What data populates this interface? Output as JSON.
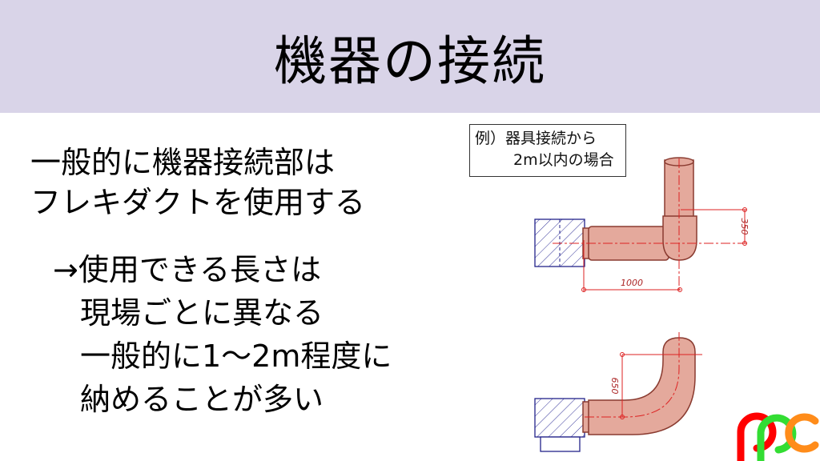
{
  "header": {
    "title": "機器の接続"
  },
  "main": {
    "lines": [
      "一般的に機器接続部は",
      "フレキダクトを使用する"
    ],
    "sub_lines": [
      "→使用できる長さは",
      "現場ごとに異なる",
      "一般的に1〜2m程度に",
      "納めることが多い"
    ]
  },
  "diagram": {
    "example_line1": "例）器具接続から",
    "example_line2": "2m以内の場合",
    "dim_vertical_top": "350",
    "dim_horizontal": "1000",
    "dim_vertical_bottom": "650"
  },
  "logo": {
    "text": "ppc",
    "colors": [
      "#ff0000",
      "#33dd33",
      "#ff8c1a"
    ]
  }
}
